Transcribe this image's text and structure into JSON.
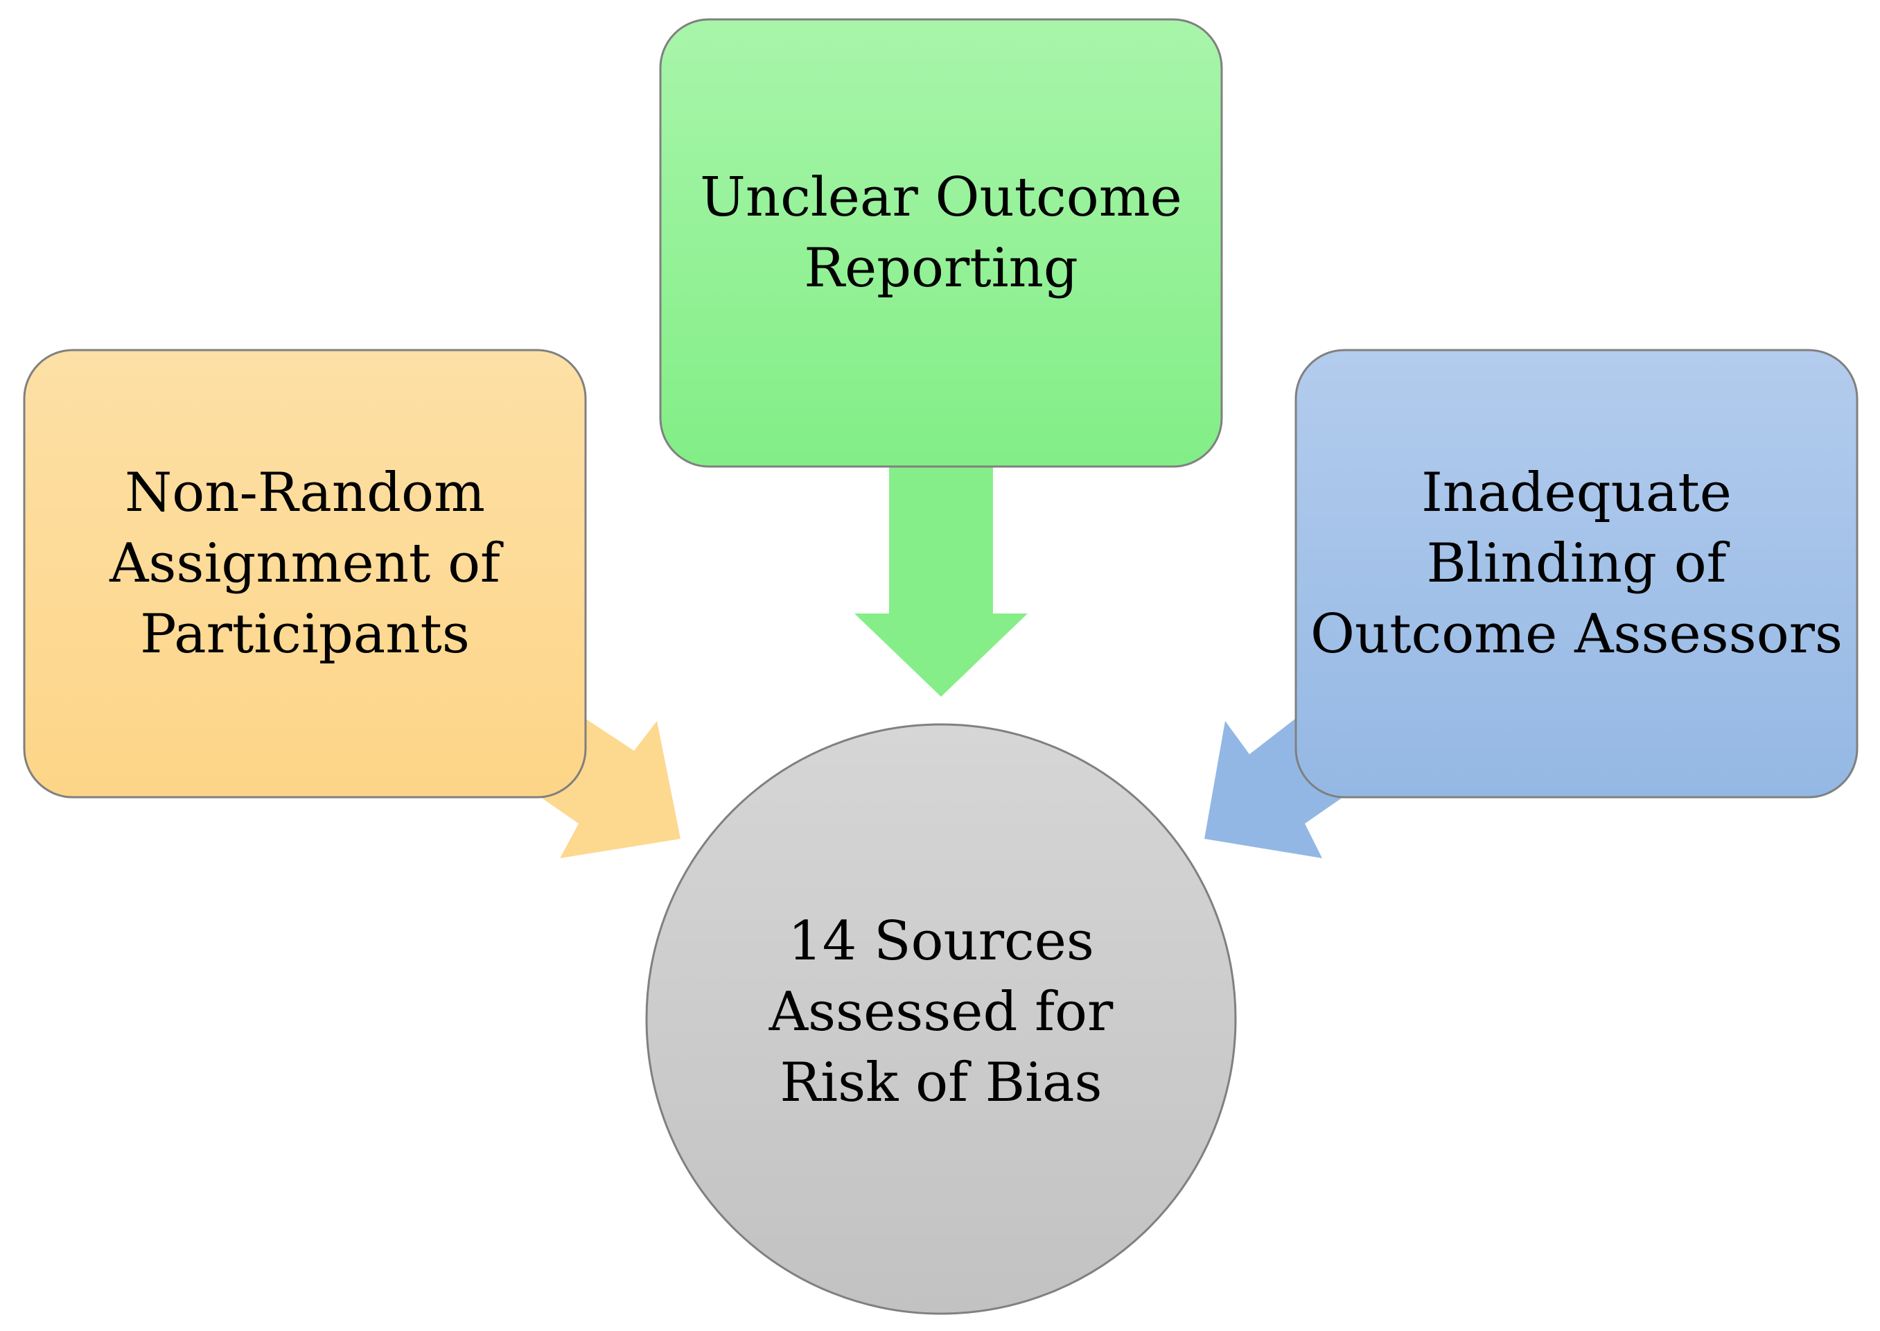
{
  "nodes": {
    "top": {
      "lines": [
        "Unclear Outcome",
        "Reporting"
      ],
      "color_light": "#a8f5aa",
      "color_dark": "#82ee86"
    },
    "left": {
      "lines": [
        "Non-Random",
        "Assignment of",
        "Participants"
      ],
      "color_light": "#fde0a6",
      "color_dark": "#fdd588"
    },
    "right": {
      "lines": [
        "Inadequate",
        "Blinding of",
        "Outcome Assessors"
      ],
      "color_light": "#b3cced",
      "color_dark": "#94b8e4"
    },
    "center": {
      "lines": [
        "14 Sources",
        "Assessed for",
        "Risk of Bias"
      ],
      "color_light": "#d6d6d6",
      "color_dark": "#c2c2c2"
    }
  },
  "arrows": {
    "top_color": "#86ee88",
    "left_color": "#fdd88f",
    "right_color": "#93b7e4"
  },
  "border_color": "#808080"
}
